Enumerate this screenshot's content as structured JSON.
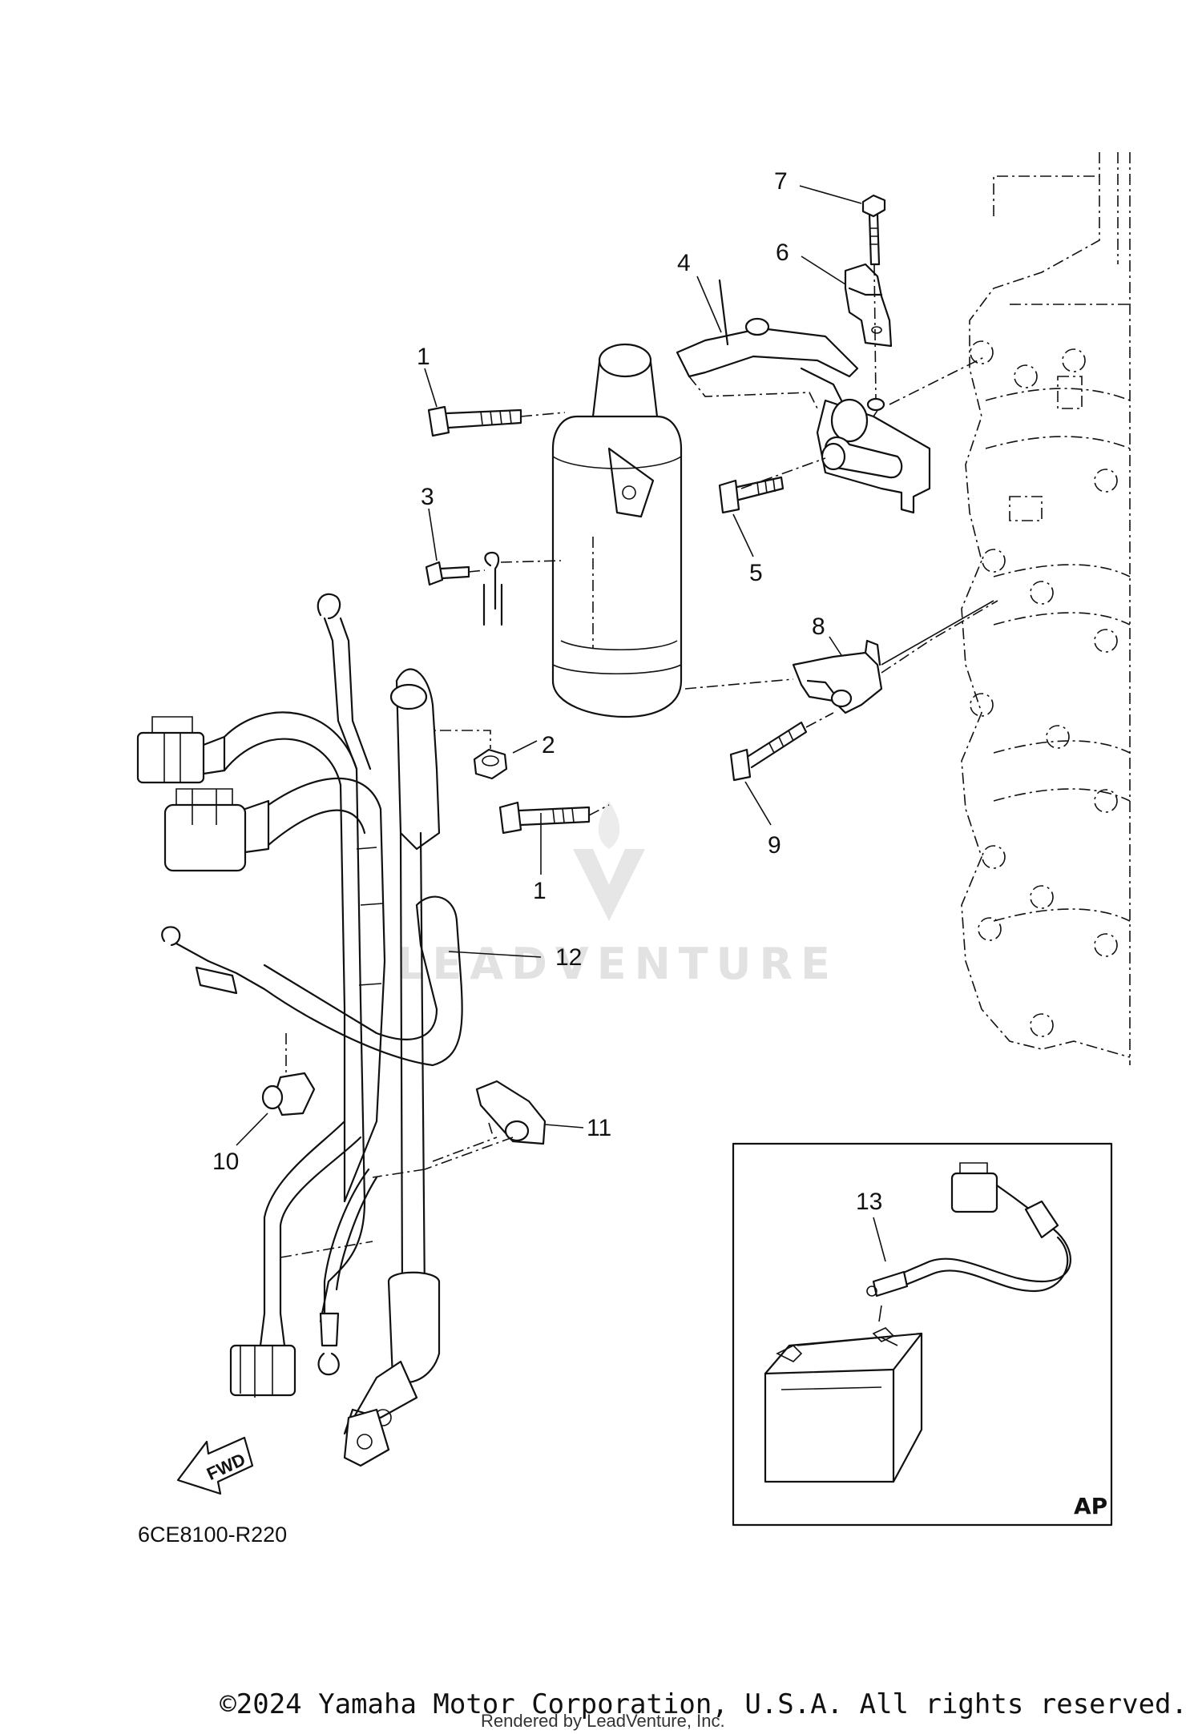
{
  "callouts": [
    "1",
    "2",
    "3",
    "4",
    "5",
    "6",
    "7",
    "8",
    "9",
    "10",
    "11",
    "12",
    "13"
  ],
  "diagram_code": "6CE8100-R220",
  "inset_tag": "AP",
  "fwd_label": "FWD",
  "watermark": "LEADVENTURE",
  "footer": {
    "copyright": "©2024 Yamaha Motor Corporation, U.S.A. All rights reserved.",
    "rendered_by": "Rendered by LeadVenture, Inc."
  }
}
